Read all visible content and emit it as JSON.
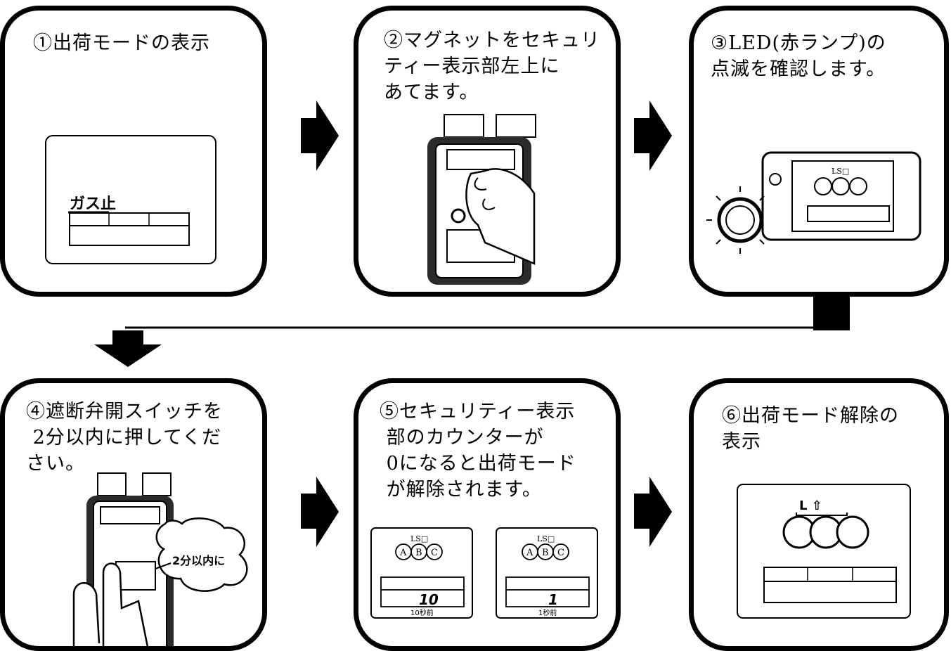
{
  "steps": [
    {
      "caption": "①出荷モードの表示",
      "lcd_label": "ガス止"
    },
    {
      "caption": "②マグネットをセキュリ\nティー表示部左上に\nあてます。"
    },
    {
      "caption": "③LED(赤ランプ)の\n点滅を確認します。",
      "lcd_label": "LS□"
    },
    {
      "caption": "④遮断弁開スイッチを\n 2分以内に押してくだ\nさい。",
      "bubble": "2分以内に"
    },
    {
      "caption": "⑤セキュリティー表示\n 部のカウンターが\n 0になると出荷モード\n が解除されます。",
      "lcd_left": {
        "label": "LS□",
        "abc": [
          "A",
          "B",
          "C"
        ],
        "count": "10",
        "time": "10秒前"
      },
      "lcd_right": {
        "label": "LS□",
        "abc": [
          "A",
          "B",
          "C"
        ],
        "count": "1",
        "time": "1秒前"
      }
    },
    {
      "caption": "⑥出荷モード解除の\n表示",
      "indicator": "L ⇧"
    }
  ]
}
